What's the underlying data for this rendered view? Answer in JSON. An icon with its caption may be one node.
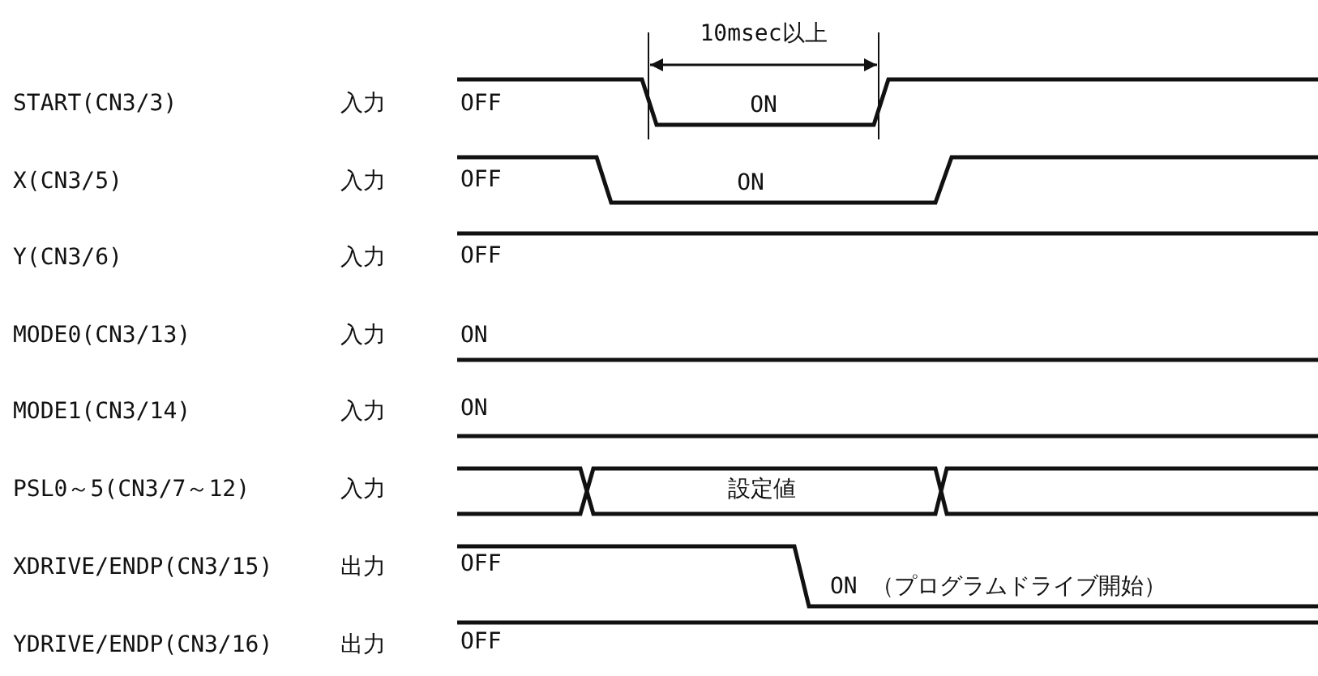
{
  "diagram": {
    "labels": [
      "10msec以上",
      "START(CN3/3)",
      "入力",
      "OFF",
      "ON",
      "X(CN3/5)",
      "入力",
      "OFF",
      "ON",
      "Y(CN3/6)",
      "入力",
      "OFF",
      "MODE0(CN3/13)",
      "入力",
      "ON",
      "MODE1(CN3/14)",
      "入力",
      "ON",
      "PSL0～5(CN3/7～12)",
      "入力",
      "設定値",
      "XDRIVE/ENDP(CN3/15)",
      "出力",
      "OFF",
      "ON （プログラムドライブ開始）",
      "YDRIVE/ENDP(CN3/16)",
      "出力",
      "OFF"
    ]
  }
}
